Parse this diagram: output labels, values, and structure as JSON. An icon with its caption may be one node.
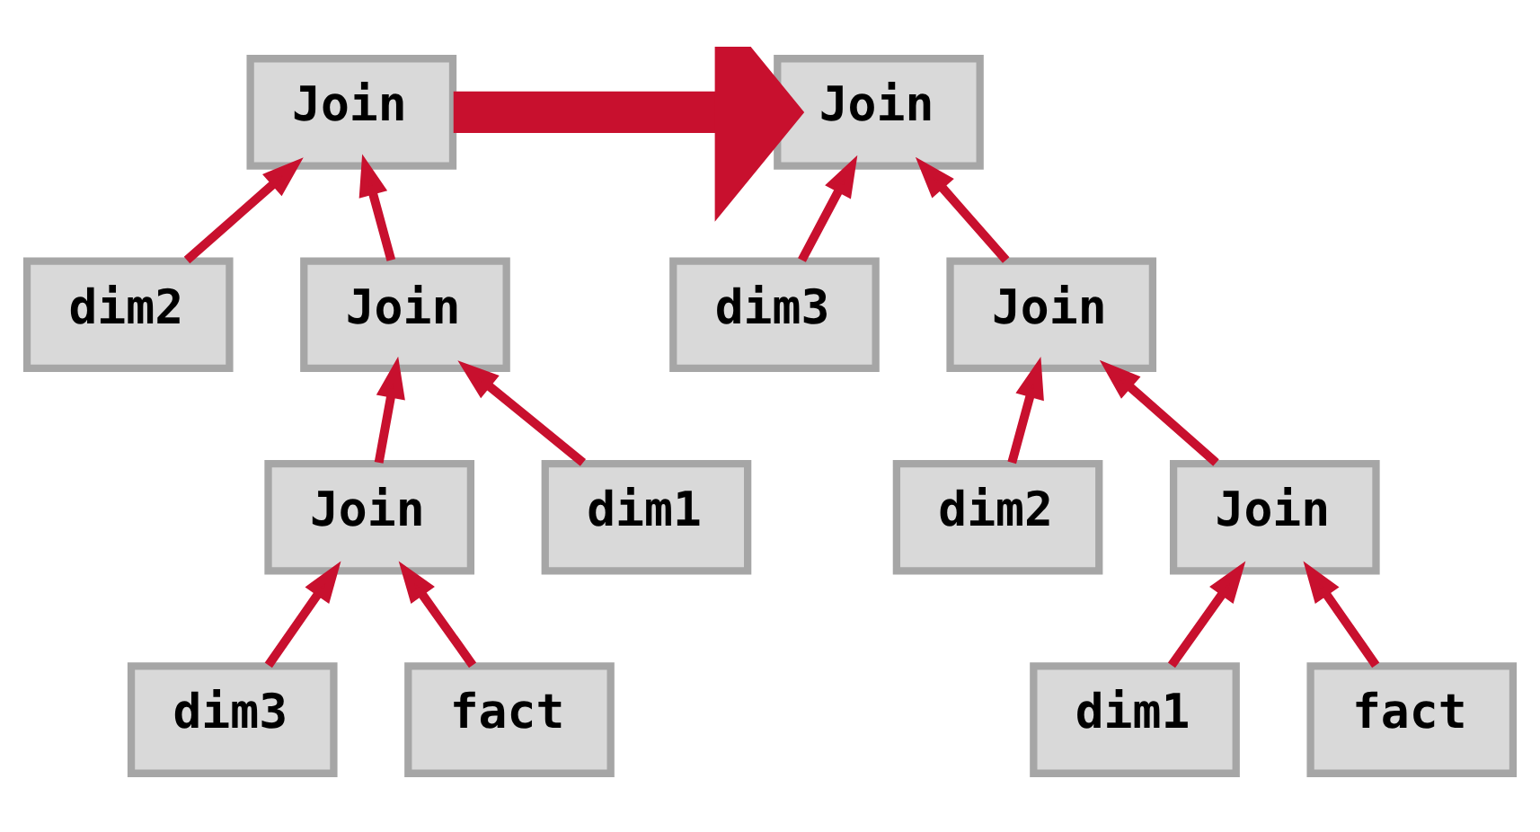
{
  "diagram": {
    "nodes": [
      {
        "text": [
          "Join"
        ]
      },
      {
        "text": [
          "dim2"
        ]
      },
      {
        "text": [
          "Join"
        ]
      },
      {
        "text": [
          "Join"
        ]
      },
      {
        "text": [
          "dim1"
        ]
      },
      {
        "text": [
          "dim3"
        ]
      },
      {
        "text": [
          "fact"
        ]
      },
      {
        "text": [
          "Join"
        ]
      },
      {
        "text": [
          "dim3"
        ]
      },
      {
        "text": [
          "Join"
        ]
      },
      {
        "text": [
          "dim2"
        ]
      },
      {
        "text": [
          "Join"
        ]
      },
      {
        "text": [
          "dim1"
        ]
      },
      {
        "text": [
          "fact"
        ]
      }
    ],
    "edges": [
      {
        "from": 1,
        "to": 0,
        "arrow": "to"
      },
      {
        "from": 2,
        "to": 0,
        "arrow": "to"
      },
      {
        "from": 3,
        "to": 2,
        "arrow": "to"
      },
      {
        "from": 4,
        "to": 2,
        "arrow": "to"
      },
      {
        "from": 5,
        "to": 3,
        "arrow": "to"
      },
      {
        "from": 6,
        "to": 3,
        "arrow": "to"
      },
      {
        "from": 8,
        "to": 7,
        "arrow": "to"
      },
      {
        "from": 9,
        "to": 7,
        "arrow": "to"
      },
      {
        "from": 10,
        "to": 9,
        "arrow": "to"
      },
      {
        "from": 11,
        "to": 9,
        "arrow": "to"
      },
      {
        "from": 12,
        "to": 11,
        "arrow": "to"
      },
      {
        "from": 13,
        "to": 11,
        "arrow": "to"
      },
      {
        "from": 0,
        "to": 7,
        "arrow": "to",
        "style": "thick"
      }
    ]
  }
}
